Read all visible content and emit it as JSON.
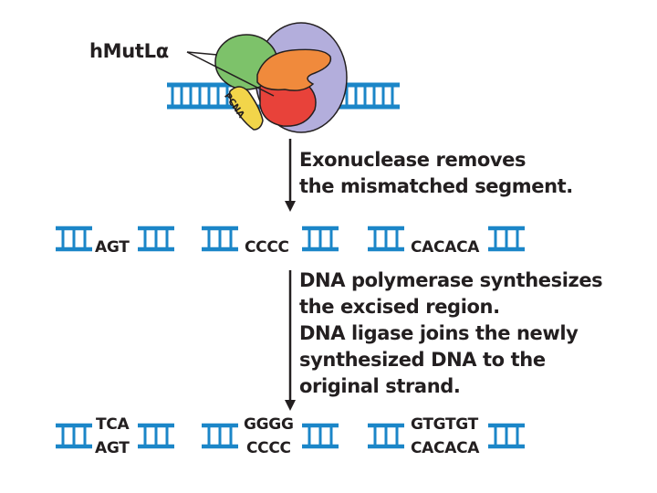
{
  "figure": {
    "complex_label": "hMutLα",
    "pcna_label": "PCNA",
    "colors": {
      "dna": "#1b86c8",
      "green_subunit": "#7dc26a",
      "orange_subunit": "#f08a3c",
      "red_subunit": "#e8423a",
      "lavender_subunit": "#b3aedc",
      "pcna": "#f2d54a",
      "text": "#231f20"
    },
    "step1": {
      "caption_lines": [
        "Exonuclease removes",
        "the mismatched segment."
      ]
    },
    "step2": {
      "caption_lines": [
        "DNA polymerase synthesizes",
        "the  excised region.",
        "DNA ligase joins the newly",
        "synthesized DNA to the",
        "original strand."
      ]
    },
    "gapped_strands": [
      {
        "bottom": "AGT"
      },
      {
        "bottom": "CCCC"
      },
      {
        "bottom": "CACACA"
      }
    ],
    "repaired_strands": [
      {
        "top": "TCA",
        "bottom": "AGT"
      },
      {
        "top": "GGGG",
        "bottom": "CCCC"
      },
      {
        "top": "GTGTGT",
        "bottom": "CACACA"
      }
    ]
  }
}
